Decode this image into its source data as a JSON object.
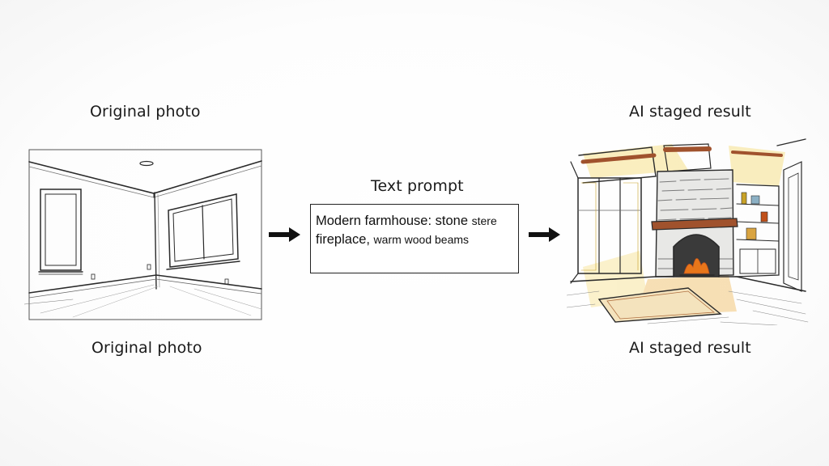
{
  "labels": {
    "original_top": "Original photo",
    "original_bottom": "Original photo",
    "staged_top": "AI staged result",
    "staged_bottom": "AI staged result",
    "prompt_title": "Text prompt"
  },
  "prompt": {
    "line1_main": "Modern farmhouse: stone",
    "line1_extra": "stere",
    "line2_main": "fireplace,",
    "line2_extra": "warm wood beams"
  },
  "colors": {
    "ink": "#1a1a1a",
    "stone": "#9a9a9a",
    "wood": "#a0522d",
    "fire": "#e8761a",
    "warm_light": "#f2d35b"
  },
  "icons": {
    "arrow_1": "right-arrow-icon",
    "arrow_2": "right-arrow-icon"
  }
}
